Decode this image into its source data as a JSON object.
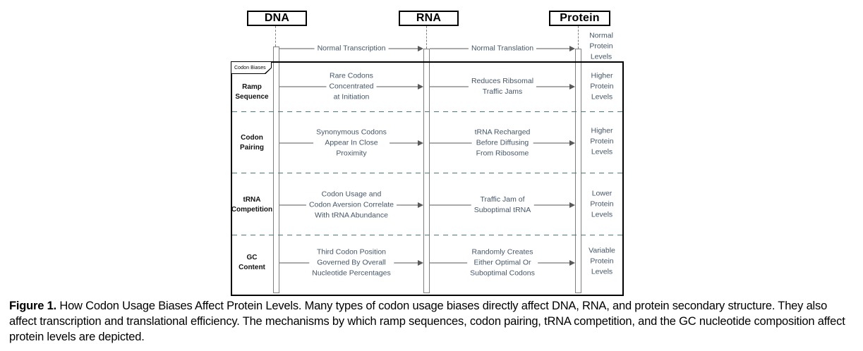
{
  "diagram": {
    "columns": [
      "DNA",
      "RNA",
      "Protein"
    ],
    "top_flow": {
      "transcription": "Normal Transcription",
      "translation": "Normal Translation",
      "result": "Normal\nProtein\nLevels"
    },
    "frame_label": "Codon Biases",
    "rows": [
      {
        "label": "Ramp\nSequence",
        "dna_to_rna": "Rare Codons\nConcentrated\nat Initiation",
        "rna_to_protein": "Reduces Ribsomal\nTraffic Jams",
        "result": "Higher\nProtein\nLevels"
      },
      {
        "label": "Codon\nPairing",
        "dna_to_rna": "Synonymous Codons\nAppear In Close\nProximity",
        "rna_to_protein": "tRNA Recharged\nBefore Diffusing\nFrom Ribosome",
        "result": "Higher\nProtein\nLevels"
      },
      {
        "label": "tRNA\nCompetition",
        "dna_to_rna": "Codon Usage and\nCodon Aversion Correlate\nWith tRNA Abundance",
        "rna_to_protein": "Traffic Jam of\nSuboptimal tRNA",
        "result": "Lower\nProtein\nLevels"
      },
      {
        "label": "GC\nContent",
        "dna_to_rna": "Third Codon Position\nGoverned By Overall\nNucleotide Percentages",
        "rna_to_protein": "Randomly Creates\nEither Optimal Or\nSuboptimal Codons",
        "result": "Variable\nProtein\nLevels"
      }
    ]
  },
  "caption": {
    "label": "Figure 1.",
    "text": "How Codon Usage Biases Affect Protein Levels. Many types of codon usage biases directly affect DNA, RNA, and protein secondary structure. They also affect transcription and translational efficiency.  The mechanisms by which ramp sequences, codon pairing, tRNA competition, and the GC nucleotide composition affect protein levels are depicted."
  },
  "colors": {
    "accent_text": "#455668",
    "arrow_line": "#ababab",
    "arrow_head": "#595959",
    "separator": "#4a7a78",
    "lifeline": "#7f7f7f"
  }
}
